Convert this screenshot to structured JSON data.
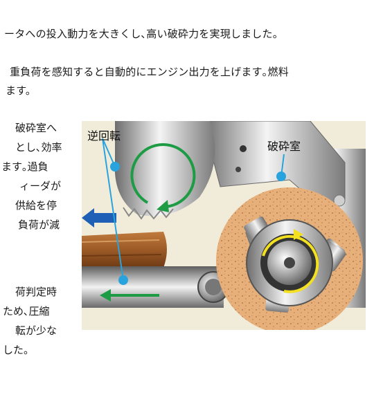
{
  "intro": {
    "line1": "ータへの投入動力を大きくし､高い破砕力を実現しました。",
    "line2": "重負荷を感知すると自動的にエンジン出力を上げます｡燃料",
    "line3": "ます。"
  },
  "col1": [
    "破砕室へ",
    "とし､効率",
    "ます｡過負",
    "ィーダが",
    "供給を停",
    "負荷が減"
  ],
  "col2": [
    "荷判定時",
    "ため､圧縮",
    "転が少な",
    "した。"
  ],
  "figure": {
    "label_reverse": "逆回転",
    "label_chamber": "破砕室",
    "colors": {
      "background": "#f1ecda",
      "chamber": "#e7b07a",
      "green_arrow": "#1e9b45",
      "blue_arrow": "#1f5fb5",
      "yellow_arrow": "#f3e021",
      "pointer": "#29a3dd",
      "wood": "#9c5a26"
    }
  }
}
